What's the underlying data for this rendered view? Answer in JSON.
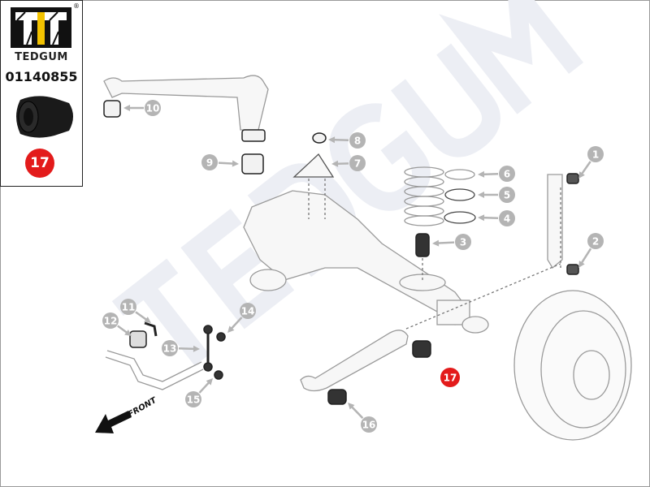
{
  "brand": {
    "name": "TEDGUM",
    "registered_mark": "®",
    "logo_text": "TT"
  },
  "part": {
    "number": "01140855",
    "position_badge": "17",
    "accent_color": "#e31b1b"
  },
  "diagram": {
    "watermark": "TEDGUM",
    "front_label": "FRONT",
    "highlighted_callout": "17",
    "callouts": [
      "1",
      "2",
      "3",
      "4",
      "5",
      "6",
      "7",
      "8",
      "9",
      "10",
      "11",
      "12",
      "13",
      "14",
      "15",
      "16",
      "17"
    ],
    "callout_color": "#b4b4b4"
  }
}
